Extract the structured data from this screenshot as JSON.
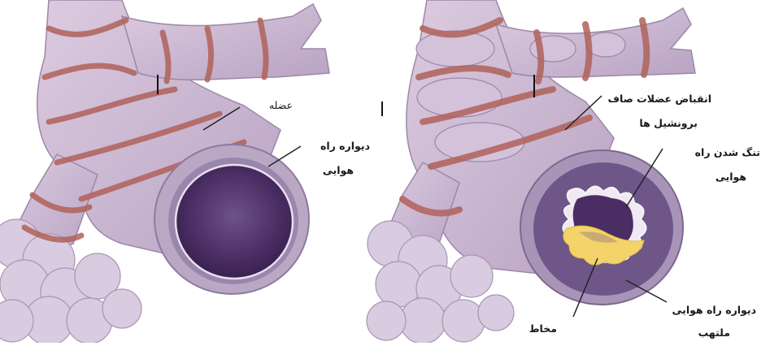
{
  "diagram": {
    "normal_airway": {
      "labels": {
        "muscle": "عضله",
        "airway_wall_line1": "دیواره راه",
        "airway_wall_line2": "هوایی"
      }
    },
    "asthma_airway": {
      "labels": {
        "muscle_contraction_line1": "انقباض عضلات صاف",
        "muscle_contraction_line2": "برونشیل ها",
        "narrowing_line1": "تنگ شدن راه",
        "narrowing_line2": "هوایی",
        "inflamed_wall_line1": "دیواره راه هوایی",
        "inflamed_wall_line2": "ملتهب",
        "mucus": "مخاط"
      }
    },
    "colors": {
      "tissue": "#cdbbd0",
      "tissue_shadow": "#a58fae",
      "muscle_band": "#b0625a",
      "lumen": "#4a2d63",
      "wall_ring": "#9a86ad",
      "mucus": "#f3d36a"
    }
  }
}
